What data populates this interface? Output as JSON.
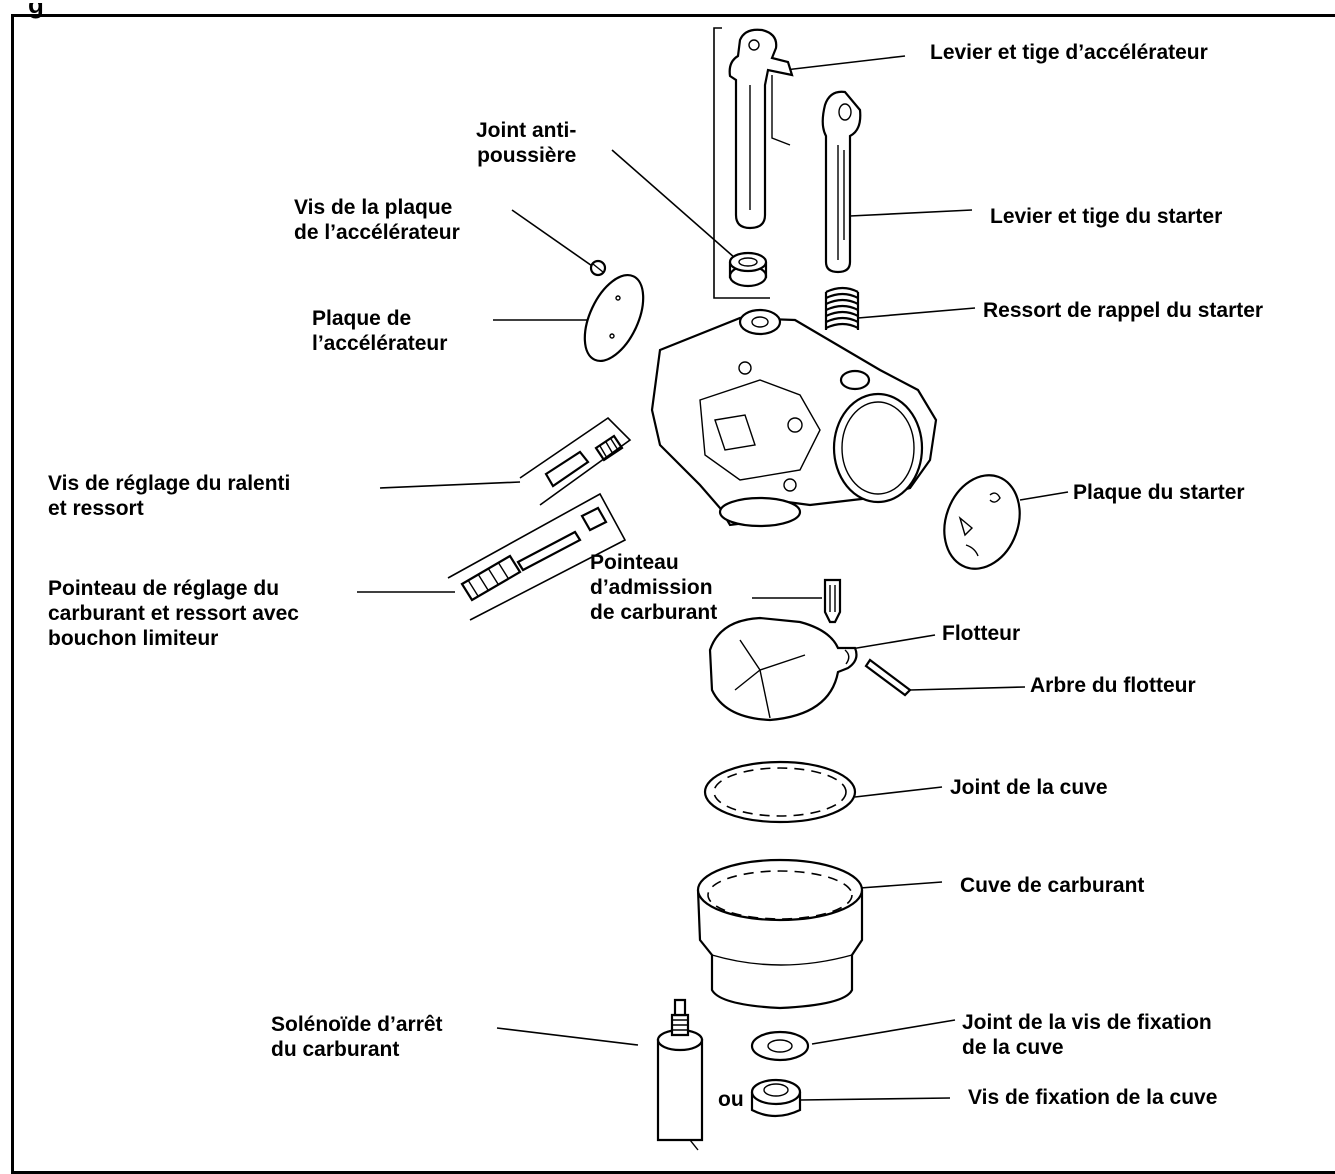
{
  "header": {
    "title_fragment": "g"
  },
  "labels": {
    "throttle_lever": "Levier et tige d’accélérateur",
    "dust_seal": "Joint anti-\npoussière",
    "choke_lever": "Levier et tige du starter",
    "throttle_plate_screw": "Vis de la plaque\nde l’accélérateur",
    "choke_spring": "Ressort de rappel du starter",
    "throttle_plate": "Plaque de\nl’accélérateur",
    "idle_screw": "Vis de réglage du ralenti\net ressort",
    "choke_plate": "Plaque du starter",
    "fuel_needle": "Pointeau de réglage du\ncarburant et ressort avec\nbouchon limiteur",
    "inlet_needle": "Pointeau\nd’admission\nde carburant",
    "float": "Flotteur",
    "float_shaft": "Arbre du flotteur",
    "bowl_gasket": "Joint de la cuve",
    "fuel_bowl": "Cuve de carburant",
    "bowl_screw_gasket": "Joint de la vis de fixation\nde la cuve",
    "solenoid": "Solénoïde d’arrêt\ndu carburant",
    "or_word": "ou",
    "bowl_screw": "Vis de fixation de la cuve"
  }
}
